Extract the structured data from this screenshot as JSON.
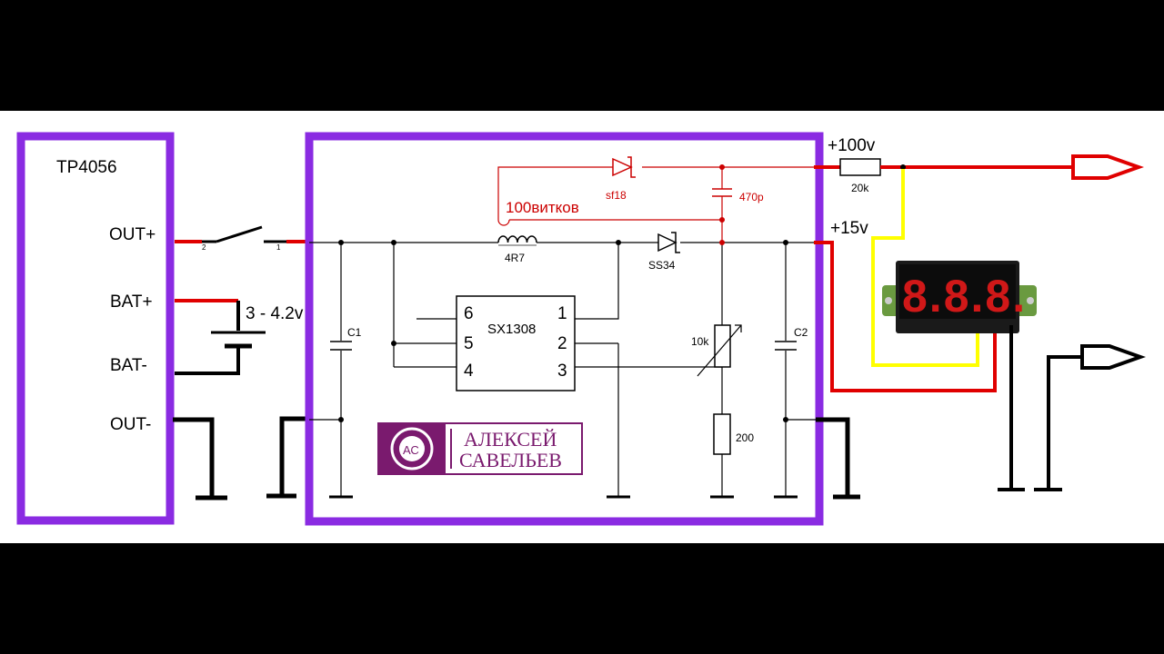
{
  "tp4056": {
    "title": "TP4056",
    "out_plus": "OUT+",
    "bat_plus": "BAT+",
    "bat_minus": "BAT-",
    "out_minus": "OUT-"
  },
  "battery_voltage": "3 - 4.2v",
  "switch_pins": {
    "pin2": "2",
    "pin1": "1"
  },
  "ic": {
    "name": "SX1308",
    "pins_left": [
      "6",
      "5",
      "4"
    ],
    "pins_right": [
      "1",
      "2",
      "3"
    ]
  },
  "components": {
    "c1": "C1",
    "c2": "C2",
    "inductor": "4R7",
    "diode_ss34": "SS34",
    "pot": "10k",
    "resistor_200": "200",
    "diode_sf18": "sf18",
    "cap_470p": "470p",
    "winding": "100витков",
    "resistor_20k": "20k"
  },
  "outputs": {
    "high": "+100v",
    "low": "+15v"
  },
  "display": {
    "reading": "8.8.8."
  },
  "logo": {
    "line1": "АЛЕКСЕЙ",
    "line2": "САВЕЛЬЕВ",
    "monogram": "АС"
  },
  "colors": {
    "frame": "#8a2be2",
    "wire_red": "#e00000",
    "wire_yellow": "#ffff00",
    "schematic": "#000000",
    "hv_section": "#cc0000",
    "logo": "#7a1a6e"
  }
}
